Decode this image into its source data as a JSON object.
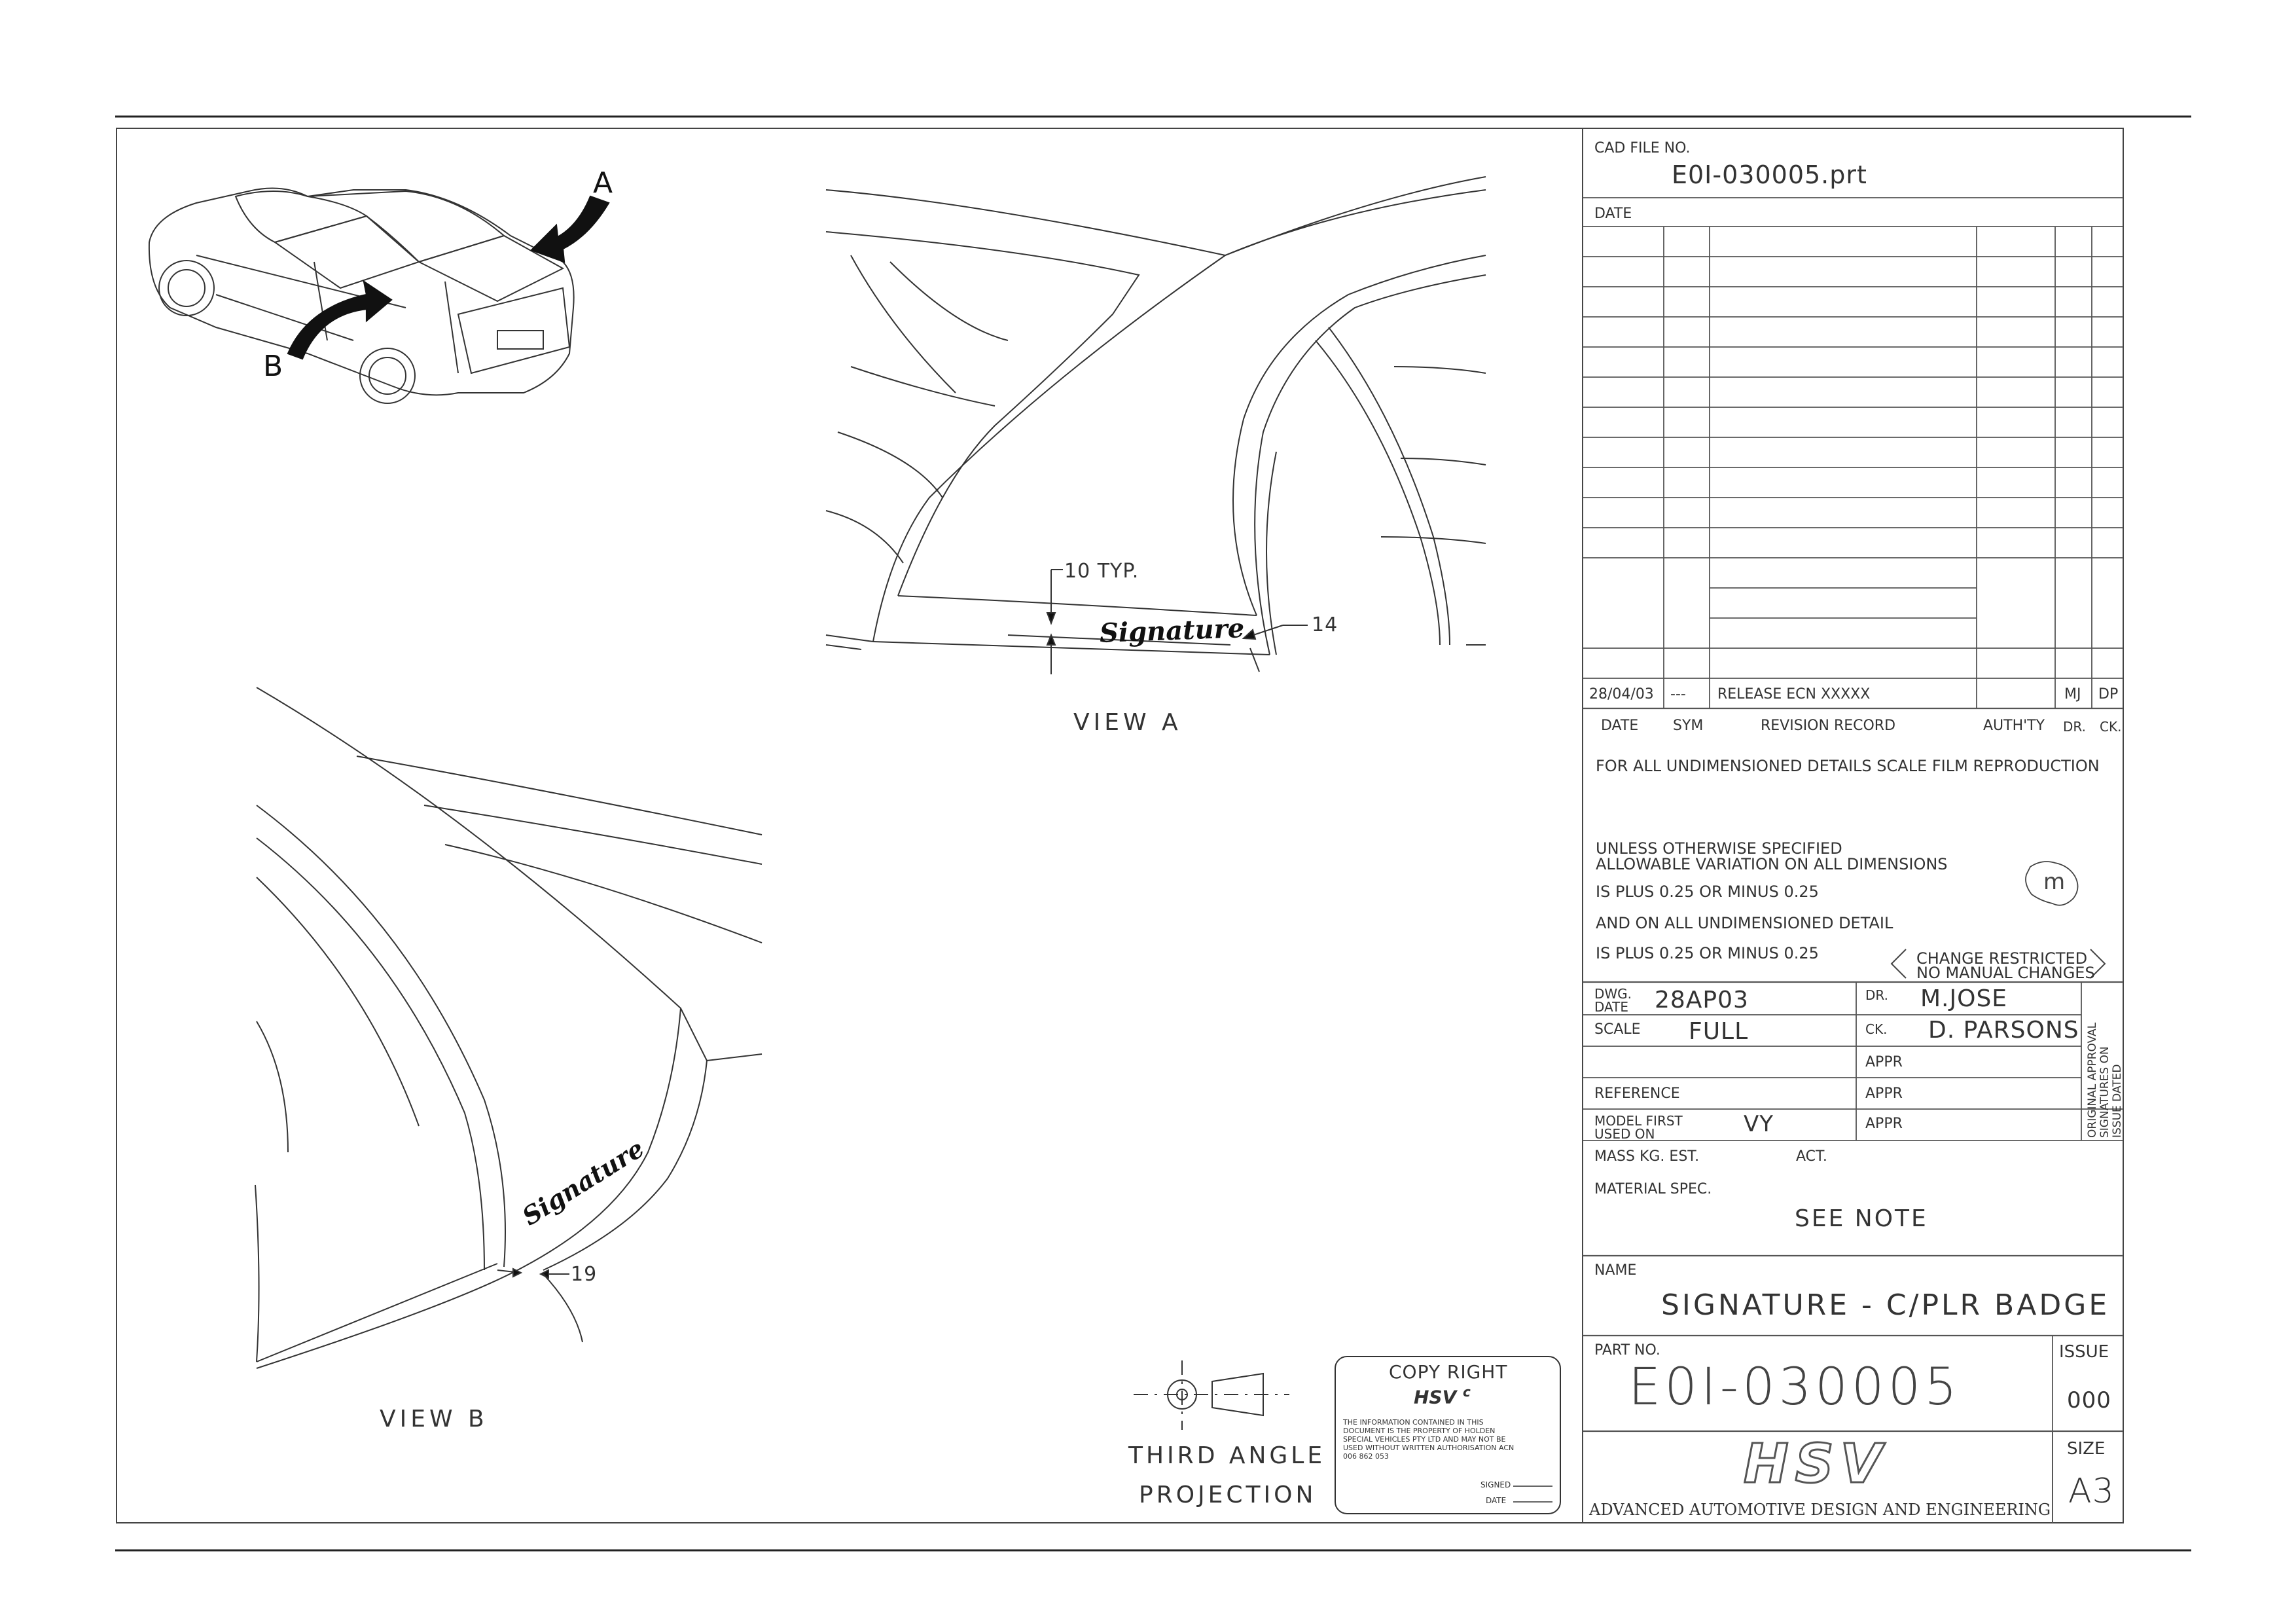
{
  "views": {
    "overview_label_a": "A",
    "overview_label_b": "B",
    "view_a": {
      "label": "VIEW A",
      "dim_typ": "10 TYP.",
      "dim_side": "14",
      "badge_text": "Signature"
    },
    "view_b": {
      "label": "VIEW B",
      "dim_side": "19",
      "badge_text": "Signature"
    }
  },
  "projection": {
    "line1": "THIRD ANGLE",
    "line2": "PROJECTION"
  },
  "copyright": {
    "title": "COPY RIGHT",
    "logo": "HSV",
    "symbol": "c",
    "notice": "THE INFORMATION CONTAINED IN THIS DOCUMENT IS THE PROPERTY OF HOLDEN SPECIAL VEHICLES PTY LTD AND MAY NOT BE USED WITHOUT WRITTEN AUTHORISATION ACN 006 862 053",
    "signed_label": "SIGNED",
    "date_label": "DATE"
  },
  "title_block": {
    "cad_file_label": "CAD FILE NO.",
    "cad_file_value": "E0I-030005.prt",
    "date_label": "DATE",
    "revision": {
      "date": "28/04/03",
      "sym": "---",
      "record": "RELEASE  ECN XXXXX",
      "dr": "MJ",
      "ck": "DP"
    },
    "rev_headers": {
      "date": "DATE",
      "sym": "SYM",
      "record": "REVISION RECORD",
      "auth": "AUTH'TY",
      "dr": "DR.",
      "ck": "CK."
    },
    "notes": {
      "line1": "FOR ALL UNDIMENSIONED DETAILS SCALE FILM REPRODUCTION",
      "line2": "UNLESS OTHERWISE SPECIFIED",
      "line3": "ALLOWABLE VARIATION ON ALL DIMENSIONS",
      "line4": "IS PLUS 0.25 OR MINUS 0.25",
      "line5": "AND ON ALL UNDIMENSIONED DETAIL",
      "line6": "IS PLUS 0.25 OR MINUS 0.25",
      "change1": "CHANGE RESTRICTED",
      "change2": "NO MANUAL CHANGES",
      "aus_mark": "m"
    },
    "dwg_date_label1": "DWG.",
    "dwg_date_label2": "DATE",
    "dwg_date_value": "28AP03",
    "dr_label": "DR.",
    "dr_value": "M.JOSE",
    "scale_label": "SCALE",
    "scale_value": "FULL",
    "ck_label": "CK.",
    "ck_value": "D. PARSONS",
    "appr_label": "APPR",
    "reference_label": "REFERENCE",
    "model_label1": "MODEL FIRST",
    "model_label2": "USED ON",
    "model_value": "VY",
    "approval_side1": "ORIGINAL APPROVAL",
    "approval_side2": "SIGNATURES ON",
    "approval_side3": "ISSUE DATED",
    "mass_label": "MASS KG.  EST.",
    "act_label": "ACT.",
    "material_label": "MATERIAL SPEC.",
    "material_value": "SEE NOTE",
    "name_label": "NAME",
    "name_value": "SIGNATURE - C/PLR BADGE",
    "part_label": "PART NO.",
    "part_value": "E0I-030005",
    "issue_label": "ISSUE",
    "issue_value": "000",
    "size_label": "SIZE",
    "size_value": "A3",
    "company_logo": "HSV",
    "company": "ADVANCED AUTOMOTIVE DESIGN AND ENGINEERING"
  }
}
